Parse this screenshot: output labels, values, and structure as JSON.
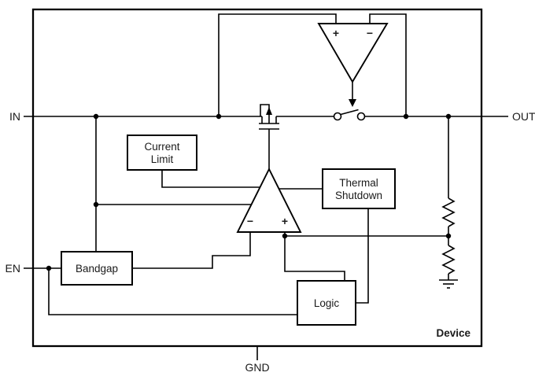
{
  "pins": {
    "in": "IN",
    "out": "OUT",
    "en": "EN",
    "gnd": "GND"
  },
  "blocks": {
    "current_limit": {
      "line1": "Current",
      "line2": "Limit"
    },
    "thermal_shutdown": {
      "line1": "Thermal",
      "line2": "Shutdown"
    },
    "bandgap": {
      "label": "Bandgap"
    },
    "logic": {
      "label": "Logic"
    }
  },
  "amplifiers": {
    "sense_amp": {
      "plus": "+",
      "minus": "−"
    },
    "error_amp": {
      "plus": "+",
      "minus": "−"
    }
  },
  "device_label": "Device",
  "colors": {
    "stroke": "#000000",
    "block_fill": "#ffffff",
    "background": "#ffffff"
  }
}
